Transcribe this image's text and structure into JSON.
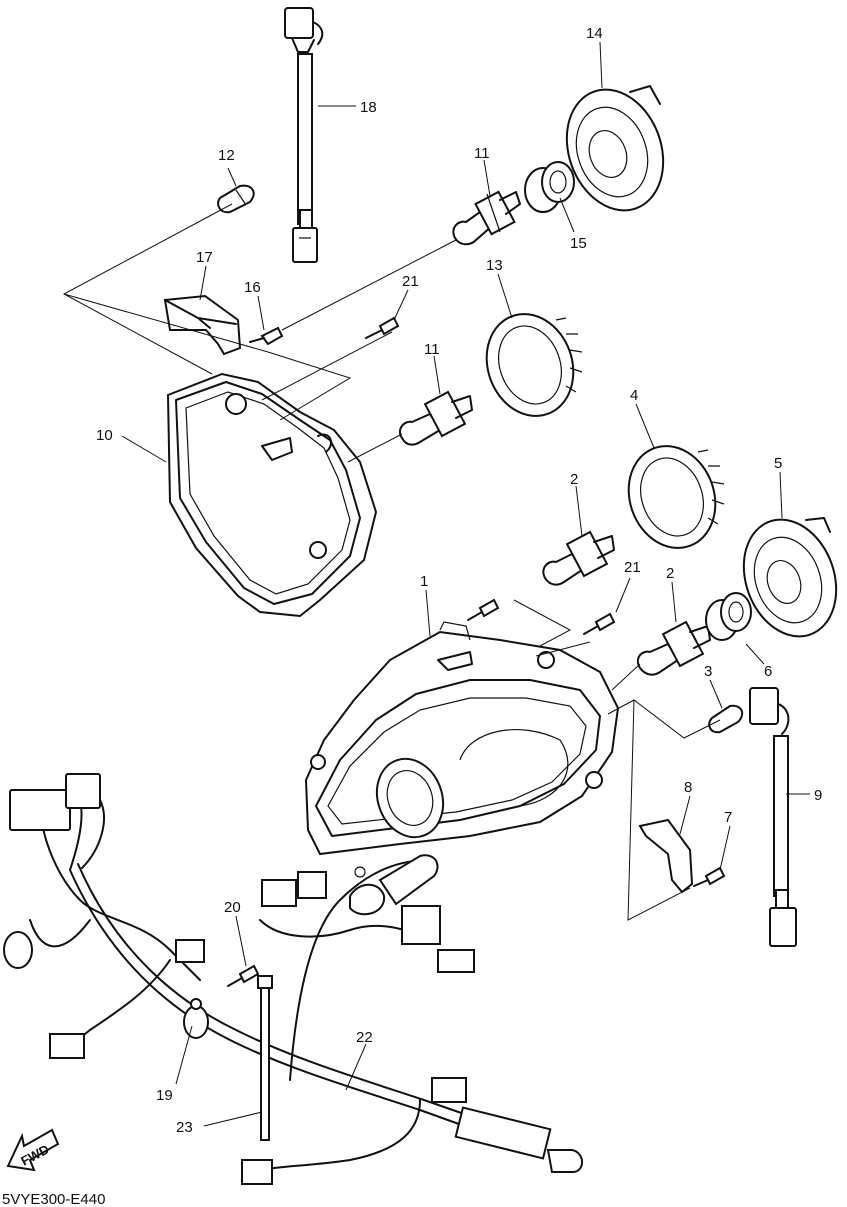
{
  "diagram_code": "5VYE300-E440",
  "fwd_label": "FWD",
  "callouts": {
    "c1": "1",
    "c2a": "2",
    "c2b": "2",
    "c3": "3",
    "c4": "4",
    "c5": "5",
    "c6": "6",
    "c7": "7",
    "c8": "8",
    "c9": "9",
    "c10": "10",
    "c11a": "11",
    "c11b": "11",
    "c12": "12",
    "c13": "13",
    "c14": "14",
    "c15": "15",
    "c16": "16",
    "c17": "17",
    "c18": "18",
    "c19": "19",
    "c20": "20",
    "c21a": "21",
    "c21b": "21",
    "c22": "22",
    "c23": "23"
  }
}
